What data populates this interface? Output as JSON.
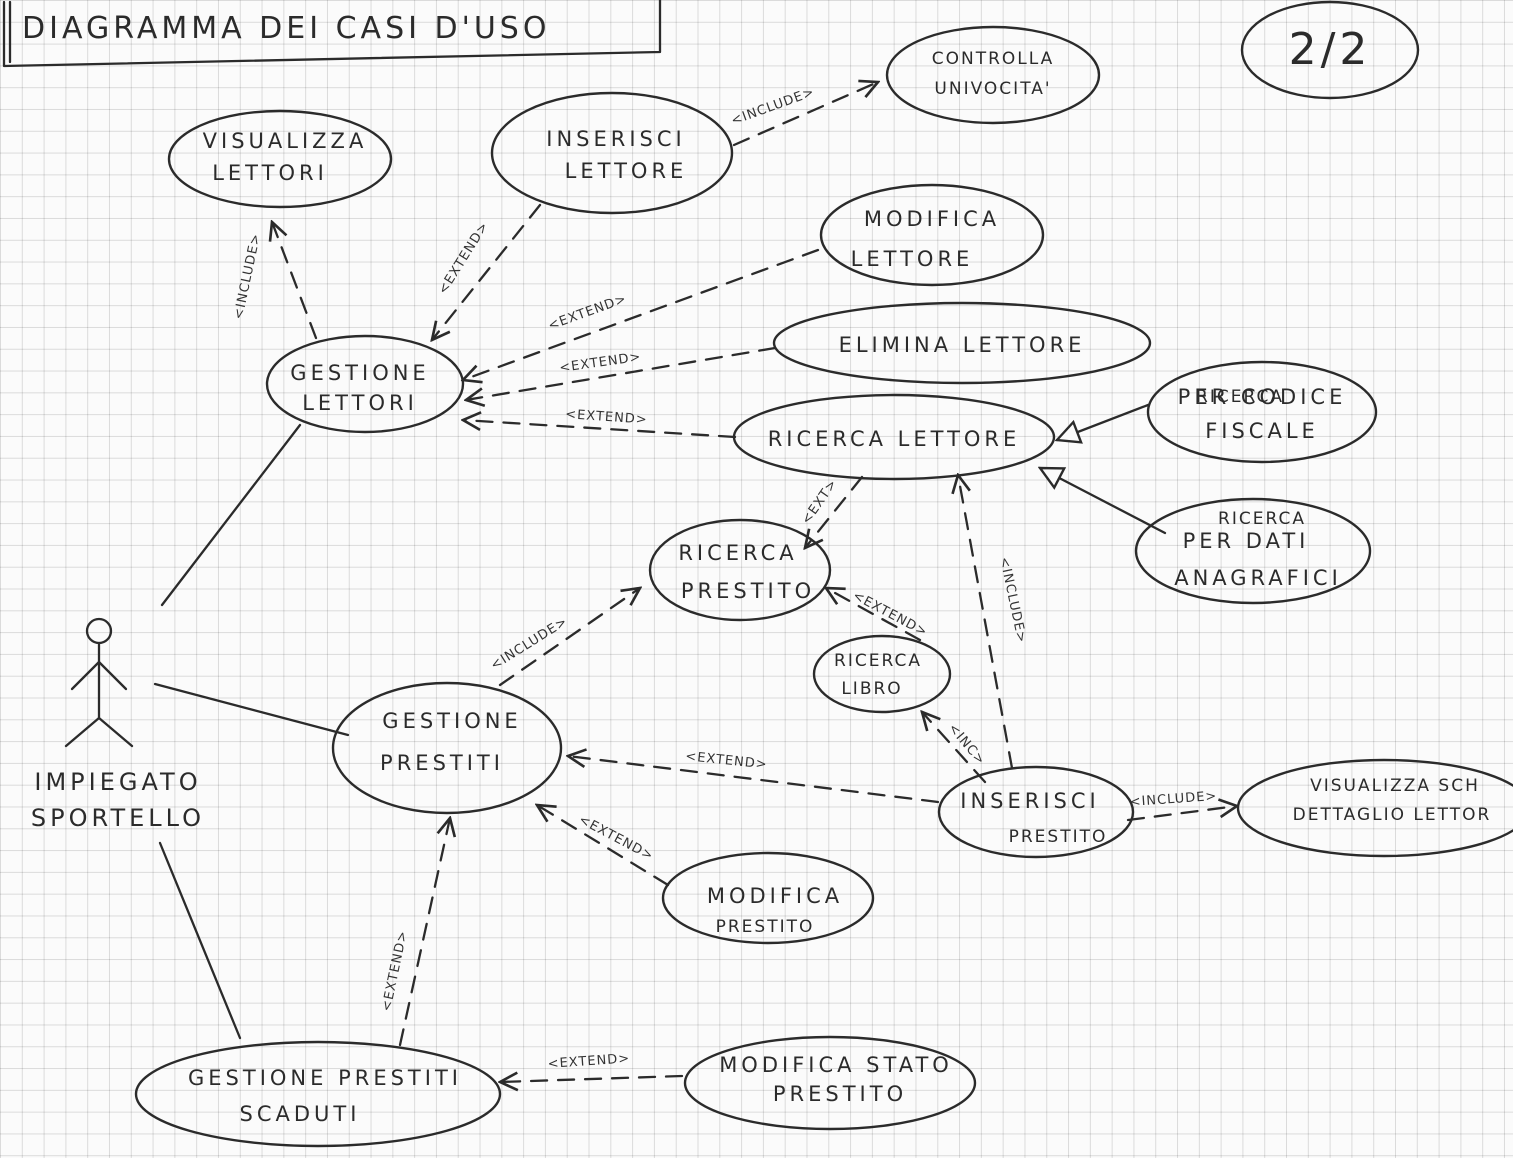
{
  "title": "DIAGRAMMA DEI CASI D'USO",
  "page_number": "2/2",
  "actor": {
    "line1": "IMPIEGATO",
    "line2": "SPORTELLO"
  },
  "use_cases": {
    "controlla_univocita": [
      "CONTROLLA",
      "UNIVOCITA'"
    ],
    "visualizza_lettori": [
      "VISUALIZZA",
      "LETTORI"
    ],
    "inserisci_lettore": [
      "INSERISCI",
      "LETTORE"
    ],
    "modifica_lettore": [
      "MODIFICA",
      "LETTORE"
    ],
    "elimina_lettore": [
      "ELIMINA LETTORE"
    ],
    "gestione_lettori": [
      "GESTIONE",
      "LETTORI"
    ],
    "ricerca_lettore": [
      "RICERCA LETTORE"
    ],
    "ricerca_codice_fiscale": [
      "RICERCA",
      "PER CODICE",
      "FISCALE"
    ],
    "ricerca_dati_anagrafici": [
      "RICERCA",
      "PER DATI",
      "ANAGRAFICI"
    ],
    "ricerca_prestito": [
      "RICERCA",
      "PRESTITO"
    ],
    "ricerca_libro": [
      "RICERCA",
      "LIBRO"
    ],
    "gestione_prestiti": [
      "GESTIONE",
      "PRESTITI"
    ],
    "inserisci_prestito": [
      "INSERISCI",
      "PRESTITO"
    ],
    "visualizza_scheda": [
      "VISUALIZZA SCH",
      "DETTAGLIO LETTOR"
    ],
    "modifica_prestito": [
      "MODIFICA",
      "PRESTITO"
    ],
    "gestione_prestiti_scaduti": [
      "GESTIONE PRESTITI",
      "SCADUTI"
    ],
    "modifica_stato_prestito": [
      "MODIFICA STATO",
      "PRESTITO"
    ]
  },
  "labels": {
    "include": "<INCLUDE>",
    "extend": "<EXTEND>",
    "ext": "<EXT>",
    "inc": "<INC>"
  }
}
